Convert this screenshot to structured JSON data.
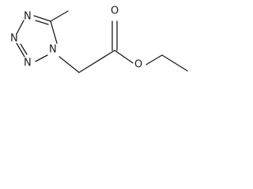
{
  "diagram": {
    "atoms": {
      "n1": "N",
      "n2": "N",
      "n3": "N",
      "n4": "N",
      "o_carbonyl": "O",
      "o_ester": "O"
    },
    "bond_color": "#1a1a1a",
    "background": "#ffffff"
  }
}
